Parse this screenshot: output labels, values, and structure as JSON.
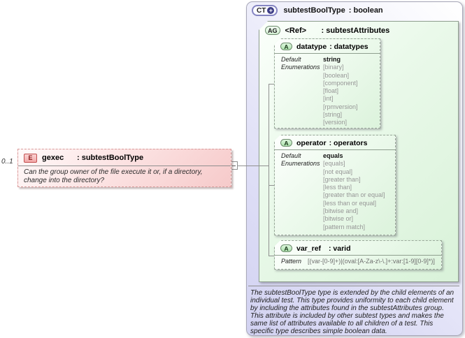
{
  "complex_type": {
    "badge": "CT",
    "plus_icon": "+",
    "name": "subtestBoolType",
    "type_label": ": boolean"
  },
  "attribute_group": {
    "badge": "AG",
    "name": "<Ref>",
    "type_label": ": subtestAttributes"
  },
  "facet_labels": {
    "default": "Default",
    "enumerations": "Enumerations",
    "pattern": "Pattern"
  },
  "attributes": [
    {
      "badge": "A",
      "name": "datatype",
      "type_label": ": datatypes",
      "default": "string",
      "enumerations": [
        "[binary]",
        "[boolean]",
        "[component]",
        "[float]",
        "[int]",
        "[rpmversion]",
        "[string]",
        "[version]"
      ]
    },
    {
      "badge": "A",
      "name": "operator",
      "type_label": ": operators",
      "default": "equals",
      "enumerations": [
        "[equals]",
        "[not equal]",
        "[greater than]",
        "[less than]",
        "[greater than or equal]",
        "[less than or equal]",
        "[bitwise and]",
        "[bitwise or]",
        "[pattern match]"
      ]
    },
    {
      "badge": "A",
      "name": "var_ref",
      "type_label": ": varid",
      "pattern": "[(var-[0-9]+)|(oval:[A-Za-z\\-\\.]+:var:[1-9][0-9]*)]"
    }
  ],
  "element": {
    "badge": "E",
    "name": "gexec",
    "type_label": ": subtestBoolType",
    "cardinality": "0..1",
    "annotation": "Can the group owner of the file execute it or, if a directory, change into the directory?"
  },
  "documentation": "The subtestBoolType type is extended by the child elements of an individual test.  This type provides uniformity to each child element by including the attributes found in the subtestAttributes group.  This attribute is included by other subtest types and makes the same list of attributes available to all children of a test.  This specific type describes simple boolean data."
}
